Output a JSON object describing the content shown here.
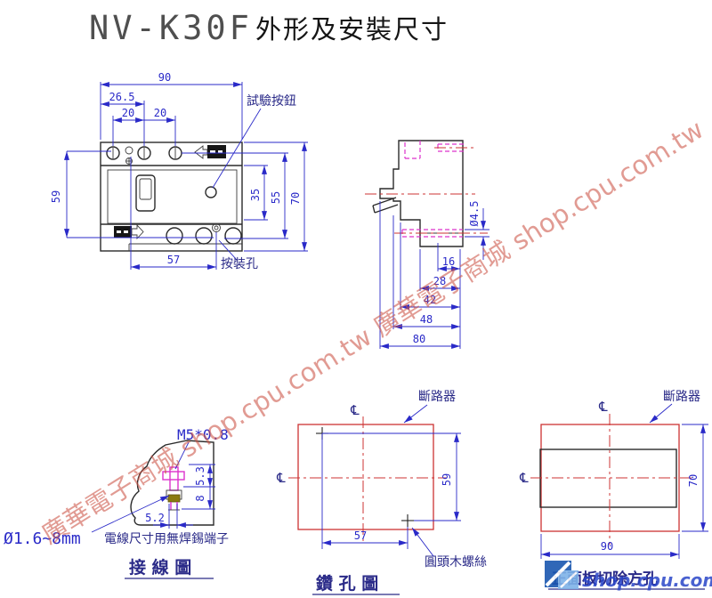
{
  "page_title": {
    "model": "NV-K30F",
    "subtitle": "外形及安裝尺寸"
  },
  "front_view": {
    "dim_width": "90",
    "dim_offset": "26.5",
    "dim_pitch_a": "20",
    "dim_pitch_b": "20",
    "dim_height": "59",
    "dim_inner": "35",
    "dim_mid": "55",
    "dim_total": "70",
    "dim_hole_span": "57",
    "label_test_button": "試驗按鈕",
    "label_mounting_hole": "按裝孔"
  },
  "side_view": {
    "dim_16": "16",
    "dim_28": "28",
    "dim_42": "42",
    "dim_48": "48",
    "dim_80": "80",
    "dim_hole_dia": "Ø4.5"
  },
  "wiring_diagram": {
    "label_thread": "M5*0.8",
    "dim_a": "5.3",
    "dim_b": "8",
    "dim_c": "5.2",
    "note_size": "Ø1.6~8mm",
    "note_text": "電線尺寸用無焊錫端子",
    "title": "接 線 圖"
  },
  "drill_diagram": {
    "label_breaker": "斷路器",
    "label_screw": "圓頭木螺絲",
    "dim_w": "57",
    "dim_h": "59",
    "title": "鑽 孔 圖",
    "centerline_symbol": "℄"
  },
  "cutout_diagram": {
    "label_breaker": "斷路器",
    "dim_w": "90",
    "dim_h": "70",
    "title": "正面板切除方孔",
    "centerline_symbol": "℄"
  },
  "watermark": {
    "diagonal_text": "廣華電子商城 shop.cpu.com.tw 廣華電子商城 shop.cpu.com.tw",
    "footer_text": "shop.cpu.com.tw"
  },
  "colors": {
    "dimension_blue": "#2a2ac8",
    "outline_black": "#2b2b2b",
    "drawing_red": "#cc3333",
    "hidden_magenta": "#dd33cc",
    "label_navy": "#2a2a88",
    "watermark_red": "#cd5446",
    "watermark_blue": "#2a46c8"
  }
}
